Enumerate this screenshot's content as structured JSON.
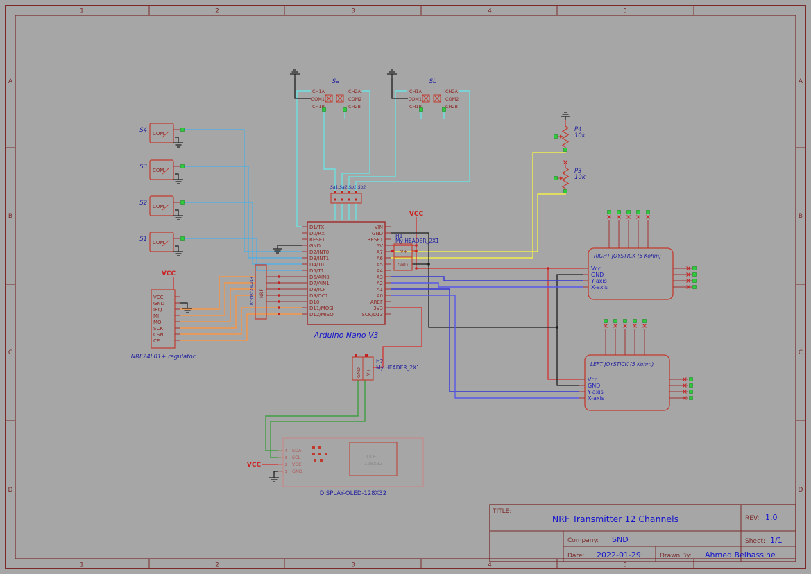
{
  "sheet": {
    "columns": [
      "1",
      "2",
      "3",
      "4",
      "5"
    ],
    "rows": [
      "A",
      "B",
      "C",
      "D"
    ]
  },
  "colors": {
    "background": "#a6a6a6",
    "frame": "#7a2a2a",
    "component": "#c23b2e",
    "pin_text": "#8c2723",
    "label_blue": "#1f1f9e",
    "wire_cyan": "#6fe0e0",
    "wire_lightblue": "#56aee0",
    "wire_blue": "#3a3ad8",
    "wire_orange": "#f79646",
    "wire_yellow": "#f2ef4a",
    "wire_green": "#3f9e42",
    "wire_red": "#d03a3a",
    "wire_black": "#1c1c1c",
    "pin_green": "#2ecc3c"
  },
  "power": {
    "vcc": "VCC"
  },
  "dpdt_switches": {
    "a": {
      "ref": "Sa"
    },
    "b": {
      "ref": "Sb"
    },
    "pins_left": [
      "CH1A",
      "COM1",
      "CH1B"
    ],
    "pins_right": [
      "CH2A",
      "COM2",
      "CH2B"
    ]
  },
  "toggle_switches": {
    "pin_label": "COM",
    "refs": [
      "S4",
      "S3",
      "S2",
      "S1"
    ]
  },
  "potentiometers": {
    "p4": {
      "ref": "P4",
      "value": "10k"
    },
    "p3": {
      "ref": "P3",
      "value": "10k"
    }
  },
  "selection_header": {
    "label": "Sa1.Sa2.Sb1.Sb2"
  },
  "arduino": {
    "title": "Arduino Nano V3",
    "left_pins": [
      "D1/TX",
      "D0/RX",
      "RESET",
      "GND",
      "D2/INT0",
      "D3/INT1",
      "D4/T0",
      "D5/T1",
      "D6/AIN0",
      "D7/AIN1",
      "D8/ICP",
      "D9/OC1",
      "D10",
      "D11/MOSI",
      "D12/MISO"
    ],
    "right_pins": [
      "VIN",
      "GND",
      "RESET",
      "5V",
      "A7",
      "A6",
      "A5",
      "A4",
      "A3",
      "A2",
      "A1",
      "A0",
      "AREF",
      "3V3",
      "SCK/D13"
    ]
  },
  "nrf_part": {
    "ref": "NRF",
    "name": "RF-NRF24L01+"
  },
  "nrf_regulator": {
    "label": "NRF24L01+ regulator",
    "pins": [
      "VCC",
      "GND",
      "IRQ",
      "MI",
      "MO",
      "SCK",
      "CSN",
      "CE"
    ]
  },
  "headers": {
    "h1": {
      "ref": "H1",
      "name": "My HEADER_2X1",
      "pin_a": "V+",
      "pin_b": "GND"
    },
    "h2": {
      "ref": "H2",
      "name": "My HEADER_2X1",
      "pin_a": "GND",
      "pin_b": "V+"
    }
  },
  "joysticks": {
    "right": {
      "title": "RIGHT JOYSTICK (5 Kohm)",
      "pins": [
        "Vcc",
        "GND",
        "Y-axis",
        "X-axis"
      ]
    },
    "left": {
      "title": "LEFT JOYSTICK (5 Kohm)",
      "pins": [
        "Vcc",
        "GND",
        "Y-axis",
        "X-axis"
      ]
    }
  },
  "oled": {
    "label": "DISPLAY-OLED-128X32",
    "pins": [
      "SDA",
      "SCL",
      "VCC",
      "GND"
    ],
    "pin_numbers": [
      "4",
      "3",
      "2",
      "1"
    ],
    "chip_title": "OLED",
    "chip_subtitle": "128x32"
  },
  "title_block": {
    "title_label": "TITLE:",
    "title": "NRF Transmitter 12 Channels",
    "rev_label": "REV:",
    "rev": "1.0",
    "company_label": "Company:",
    "company": "SND",
    "sheet_label": "Sheet:",
    "sheet": "1/1",
    "date_label": "Date:",
    "date": "2022-01-29",
    "drawn_by_label": "Drawn By:",
    "drawn_by": "Ahmed Belhassine"
  }
}
